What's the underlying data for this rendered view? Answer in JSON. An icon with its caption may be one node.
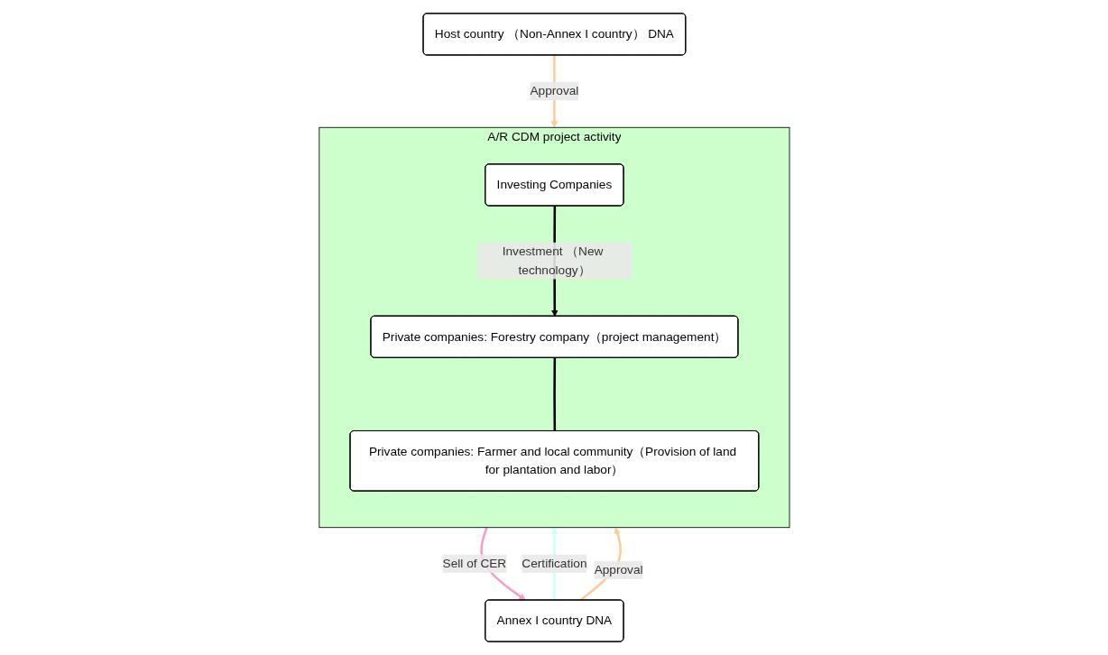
{
  "diagram": {
    "nodes": [
      {
        "text": [
          "Annex I country  DNA"
        ]
      },
      {
        "text": [
          "A/R CDM project activity"
        ]
      },
      {
        "text": [
          "Investing Companies"
        ],
        "in": 1
      },
      {
        "text": [
          "Private companies: Forestry company（project management）"
        ],
        "in": 1
      },
      {
        "text": [
          "Private companies: Farmer and local community（Provision of land for plantation and labor）"
        ],
        "in": 1
      },
      {
        "text": [
          "Host country （Non-Annex I country） DNA"
        ]
      }
    ],
    "edges": [
      {
        "from": 0,
        "to": 1,
        "arrow": "to",
        "label": "Certification",
        "color": "#ccffff"
      },
      {
        "from": 0,
        "to": 1,
        "arrow": "to",
        "label": "Approval",
        "color": "#ffcc99"
      },
      {
        "from": 1,
        "to": 0,
        "arrow": "to",
        "label": "Sell of CER",
        "color": "#ff99cc"
      },
      {
        "from": 2,
        "to": 3,
        "arrow": "to",
        "label": "Investment （New technology）",
        "color": "#000000"
      },
      {
        "from": 3,
        "to": 4,
        "arrow": "none",
        "color": "#000000"
      },
      {
        "from": 5,
        "to": 1,
        "arrow": "to",
        "label": "Approval",
        "color": "#ffcc99"
      }
    ]
  }
}
